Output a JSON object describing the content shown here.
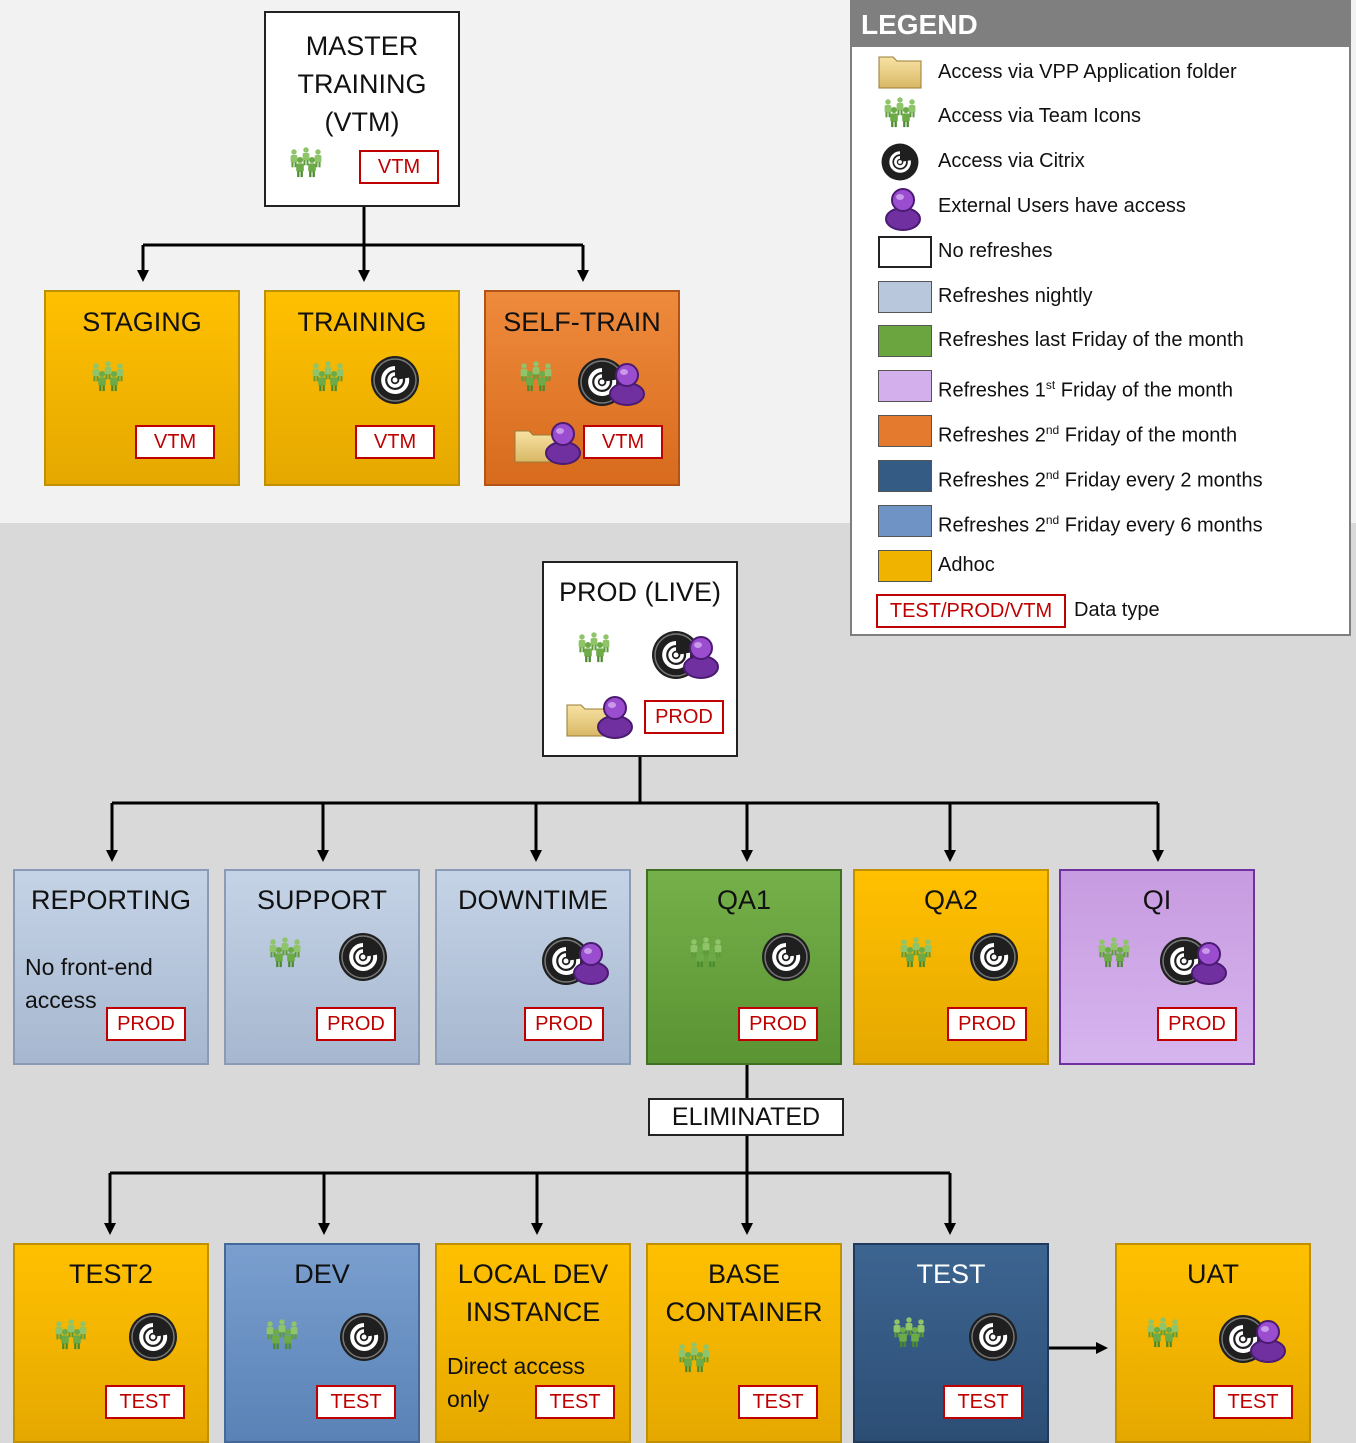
{
  "legend": {
    "title": "LEGEND",
    "items": [
      {
        "label": "Access via VPP Application folder",
        "icon": "folder-icon"
      },
      {
        "label": "Access via Team Icons",
        "icon": "team-icon"
      },
      {
        "label": "Access via Citrix",
        "icon": "citrix-icon"
      },
      {
        "label": "External Users have access",
        "icon": "external-user-icon"
      },
      {
        "label": "No refreshes",
        "color": "#ffffff"
      },
      {
        "label": "Refreshes nightly",
        "color": "#b8c7dc"
      },
      {
        "label": "Refreshes last Friday of the month",
        "color": "#6aa53f"
      },
      {
        "label_parts": [
          "Refreshes 1",
          "st",
          " Friday of the month"
        ],
        "color": "#d3b0ec"
      },
      {
        "label_parts": [
          "Refreshes 2",
          "nd",
          " Friday of the month"
        ],
        "color": "#e47a2e"
      },
      {
        "label_parts": [
          "Refreshes 2",
          "nd",
          " Friday every 2 months"
        ],
        "color": "#335b84"
      },
      {
        "label_parts": [
          "Refreshes 2",
          "nd",
          " Friday every 6 months"
        ],
        "color": "#6f93c4"
      },
      {
        "label": "Adhoc",
        "color": "#f0b400"
      },
      {
        "tag": "TEST/PROD/VTM",
        "label": "Data type"
      }
    ]
  },
  "nodes": {
    "master": {
      "title": "MASTER\nTRAINING\n(VTM)",
      "tag": "VTM"
    },
    "staging": {
      "title": "STAGING",
      "tag": "VTM"
    },
    "training": {
      "title": "TRAINING",
      "tag": "VTM"
    },
    "selftrain": {
      "title": "SELF-TRAIN",
      "tag": "VTM"
    },
    "prod": {
      "title": "PROD (LIVE)",
      "tag": "PROD"
    },
    "reporting": {
      "title": "REPORTING",
      "note": "No front-end\naccess",
      "tag": "PROD"
    },
    "support": {
      "title": "SUPPORT",
      "tag": "PROD"
    },
    "downtime": {
      "title": "DOWNTIME",
      "tag": "PROD"
    },
    "qa1": {
      "title": "QA1",
      "tag": "PROD"
    },
    "qa2": {
      "title": "QA2",
      "tag": "PROD"
    },
    "qi": {
      "title": "QI",
      "tag": "PROD"
    },
    "test2": {
      "title": "TEST2",
      "tag": "TEST"
    },
    "dev": {
      "title": "DEV",
      "tag": "TEST"
    },
    "localdev": {
      "title": "LOCAL DEV\nINSTANCE",
      "note": "Direct access\nonly",
      "tag": "TEST"
    },
    "base": {
      "title": "BASE\nCONTAINER",
      "tag": "TEST"
    },
    "test": {
      "title": "TEST",
      "tag": "TEST"
    },
    "uat": {
      "title": "UAT",
      "tag": "TEST"
    }
  },
  "eliminated": "ELIMINATED"
}
